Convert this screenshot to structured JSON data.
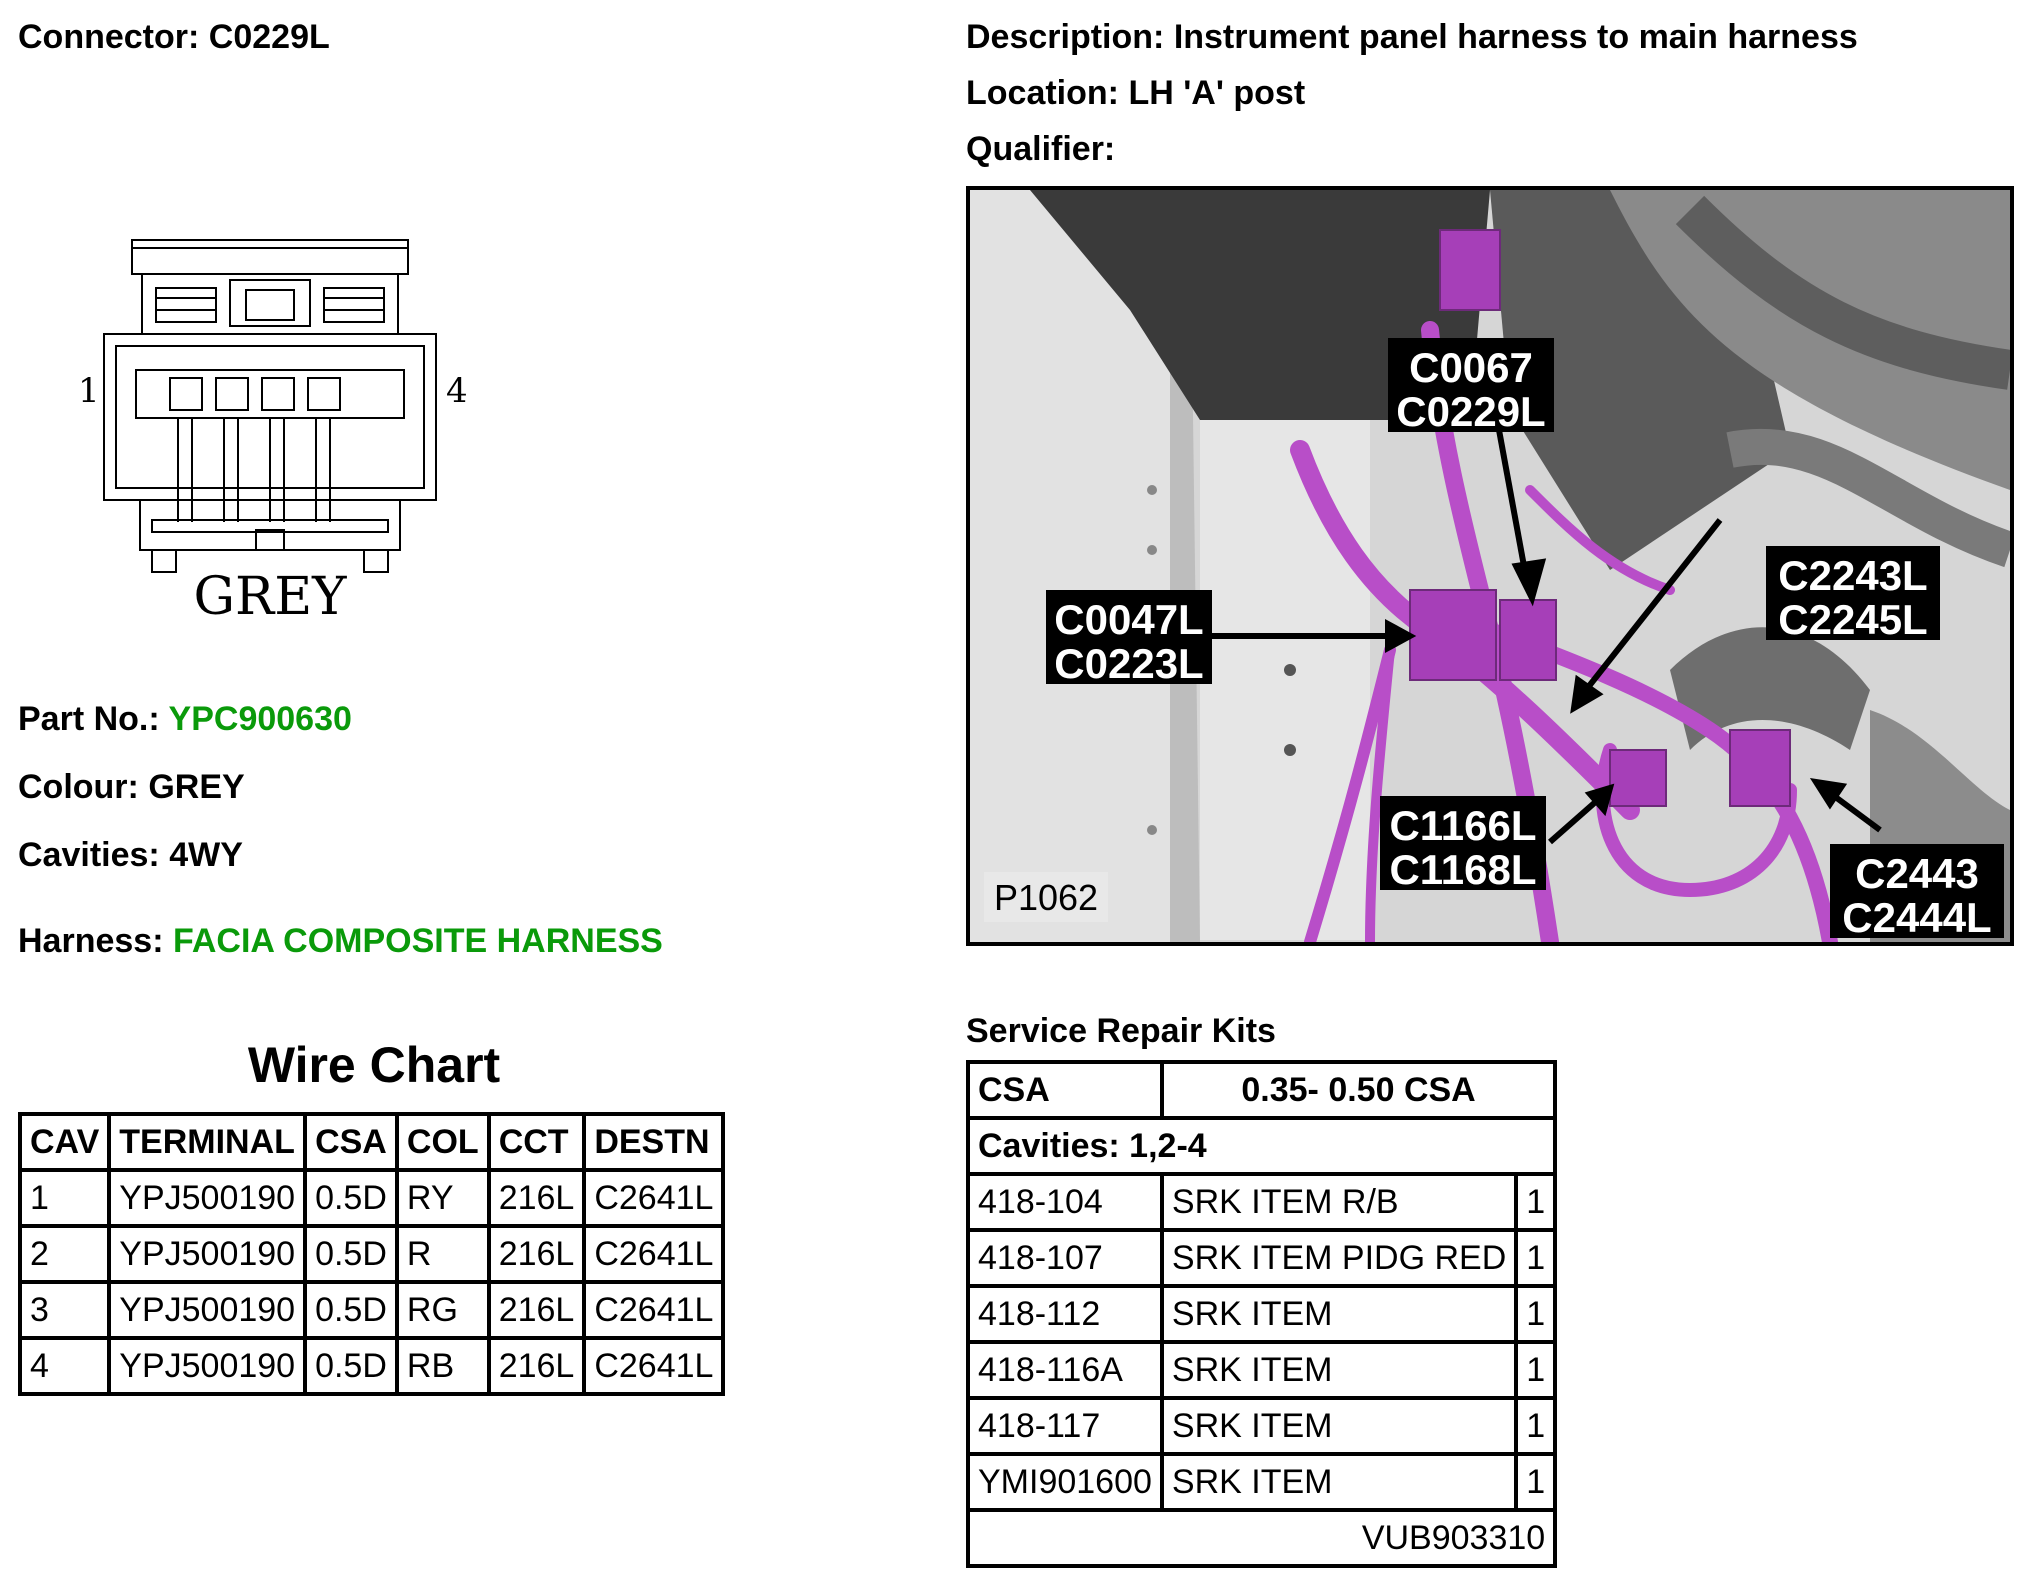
{
  "header": {
    "connector_label": "Connector:",
    "connector_value": "C0229L",
    "description_label": "Description:",
    "description_value": "Instrument panel harness to main harness",
    "location_label": "Location:",
    "location_value": "LH 'A' post",
    "qualifier_label": "Qualifier:"
  },
  "connector_diagram": {
    "pin_left": "1",
    "pin_right": "4",
    "colour_text": "GREY"
  },
  "details": {
    "part_label": "Part No.:",
    "part_value": "YPC900630",
    "colour_label": "Colour:",
    "colour_value": "GREY",
    "cavities_label": "Cavities:",
    "cavities_value": "4WY",
    "harness_label": "Harness:",
    "harness_value": "FACIA COMPOSITE HARNESS",
    "link_color": "#0a9a0a"
  },
  "wire_chart": {
    "title": "Wire Chart",
    "headers": [
      "CAV",
      "TERMINAL",
      "CSA",
      "COL",
      "CCT",
      "DESTN"
    ],
    "rows": [
      [
        "1",
        "YPJ500190",
        "0.5D",
        "RY",
        "216L",
        "C2641L"
      ],
      [
        "2",
        "YPJ500190",
        "0.5D",
        "R",
        "216L",
        "C2641L"
      ],
      [
        "3",
        "YPJ500190",
        "0.5D",
        "RG",
        "216L",
        "C2641L"
      ],
      [
        "4",
        "YPJ500190",
        "0.5D",
        "RB",
        "216L",
        "C2641L"
      ]
    ]
  },
  "photo": {
    "harness_color": "#b84ec8",
    "labels": {
      "c0067": "C0067",
      "c0229l": "C0229L",
      "c0047l": "C0047L",
      "c0223l": "C0223L",
      "c2243l": "C2243L",
      "c2245l": "C2245L",
      "c1166l": "C1166L",
      "c1168l": "C1168L",
      "c2443": "C2443",
      "c2444l": "C2444L",
      "ref": "P1062"
    }
  },
  "repair_kits": {
    "title": "Service Repair Kits",
    "csa_label": "CSA",
    "csa_value": "0.35- 0.50 CSA",
    "cavities": "Cavities: 1,2-4",
    "rows": [
      [
        "418-104",
        "SRK ITEM R/B",
        "1"
      ],
      [
        "418-107",
        "SRK ITEM PIDG RED",
        "1"
      ],
      [
        "418-112",
        "SRK ITEM",
        "1"
      ],
      [
        "418-116A",
        "SRK ITEM",
        "1"
      ],
      [
        "418-117",
        "SRK ITEM",
        "1"
      ],
      [
        "YMI901600",
        "SRK ITEM",
        "1"
      ]
    ],
    "footer": "VUB903310"
  }
}
